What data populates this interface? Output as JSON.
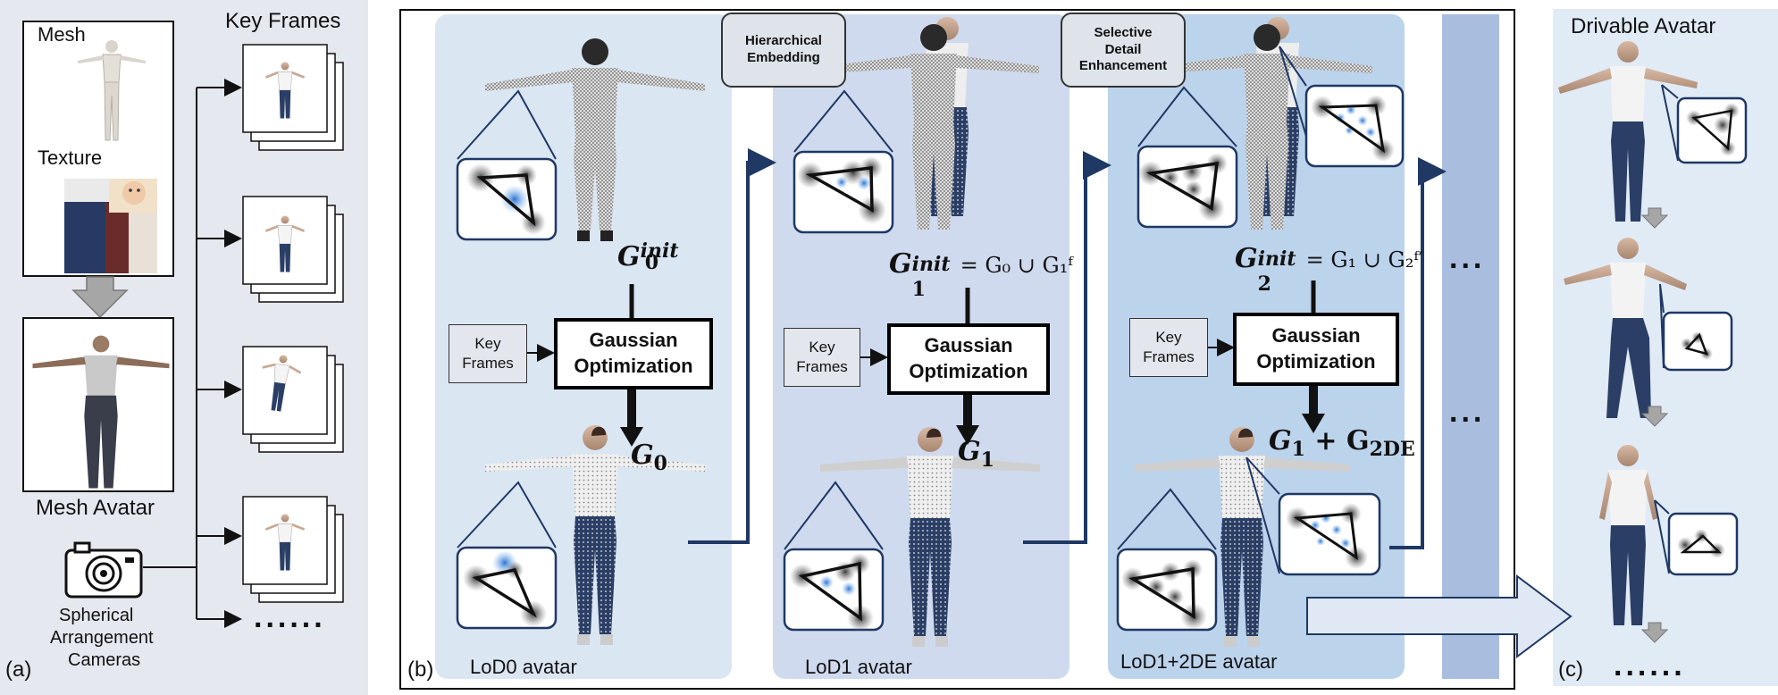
{
  "panel_a": {
    "mesh": "Mesh",
    "texture": "Texture",
    "mesh_avatar": "Mesh Avatar",
    "key_frames": "Key Frames",
    "cameras": [
      "Spherical",
      "Arrangement",
      "Cameras"
    ],
    "more": "......",
    "label": "(a)"
  },
  "panel_b": {
    "label": "(b)",
    "tag_hierarchical": [
      "Hierarchical",
      "Embedding"
    ],
    "tag_selective": [
      "Selective",
      "Detail",
      "Enhancement"
    ],
    "optimization": [
      "Gaussian",
      "Optimization"
    ],
    "key_frames": [
      "Key",
      "Frames"
    ],
    "stages": [
      {
        "init_formula": "G0init",
        "init_main": "G",
        "init_sub": "0",
        "init_sup": "init",
        "init_rest": "",
        "output_main": "G",
        "output_sub": "0",
        "output_rest": "",
        "avatar_label": "LoD0 avatar"
      },
      {
        "init_main": "G",
        "init_sub": "1",
        "init_sup": "init",
        "init_rest": "= G₀ ∪ G₁ᶠ",
        "output_main": "G",
        "output_sub": "1",
        "output_rest": "",
        "avatar_label": "LoD1 avatar"
      },
      {
        "init_main": "G",
        "init_sub": "2",
        "init_sup": "init",
        "init_rest": "= G₁ ∪ G₂ᶠ′",
        "output_main": "G",
        "output_sub": "1",
        "output_rest": "+ G",
        "output_sub2": "2DE",
        "avatar_label": "LoD1+2DE avatar"
      }
    ],
    "ellipsis_top": "...",
    "ellipsis_bottom": "..."
  },
  "panel_c": {
    "title": "Drivable Avatar",
    "label": "(c)",
    "more": "......"
  },
  "colors": {
    "panel_a_bg": "#e5e8ef",
    "panel_b_stage0": "#dbe6f3",
    "panel_b_stage1": "#cfdaee",
    "panel_b_stage2": "#bcd3ec",
    "panel_b_strip": "#a9bedf",
    "panel_c_bg": "#e1ebf6",
    "arrow_navy": "#1f3864",
    "inset_border": "#1f3864"
  }
}
